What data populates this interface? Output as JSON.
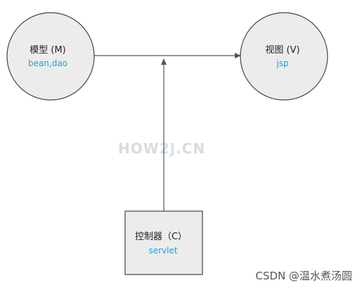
{
  "nodes": {
    "model": {
      "title": "模型 (M)",
      "subtitle": "bean,dao"
    },
    "view": {
      "title": "视图 (V)",
      "subtitle": "jsp"
    },
    "controller": {
      "title": "控制器（C）",
      "subtitle": "servlet"
    }
  },
  "watermark": {
    "part1": "HOW",
    "part2": "2J",
    "part3": ".CN"
  },
  "credit": "CSDN @温水煮汤圆",
  "colors": {
    "node_fill": "#ececec",
    "node_stroke": "#444444",
    "subtitle_text": "#1aa3e0",
    "arrow": "#555555",
    "watermark": "#d8dbe0",
    "watermark_accent": "#cfe3f2",
    "credit_text": "#555555"
  }
}
